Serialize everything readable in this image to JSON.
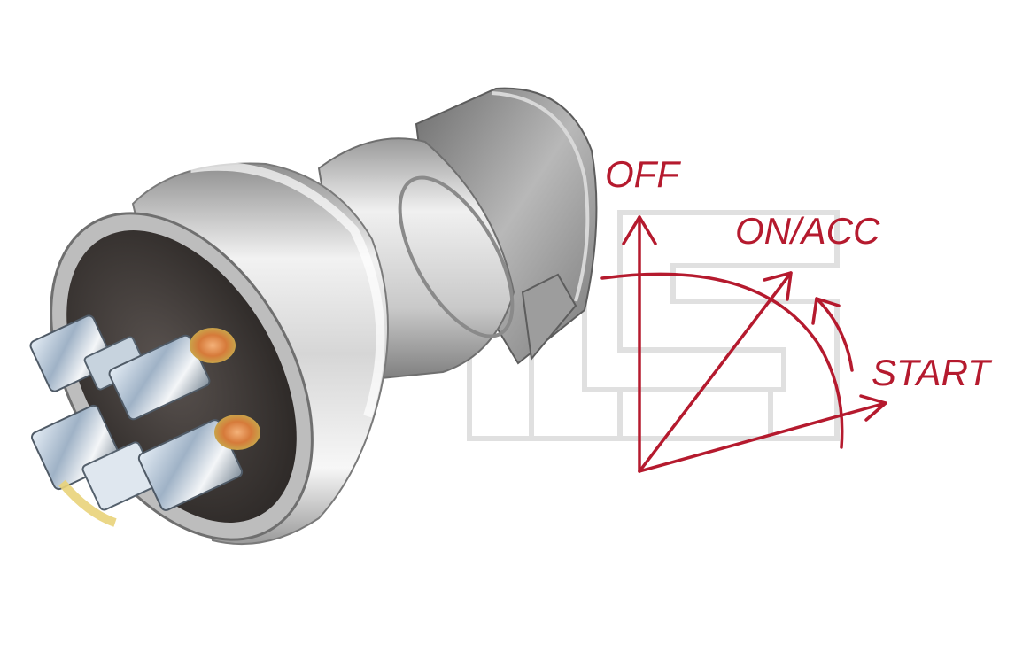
{
  "image": {
    "subject": "ignition-switch-photo",
    "watermark": "AGS",
    "colors": {
      "diagram": "#b51a2e",
      "metal": "#c9c9c9",
      "watermark": "#d9d9d9",
      "terminal_face": "#3f3a38"
    }
  },
  "diagram": {
    "positions": [
      {
        "label": "OFF"
      },
      {
        "label": "ON/ACC"
      },
      {
        "label": "START"
      }
    ]
  }
}
